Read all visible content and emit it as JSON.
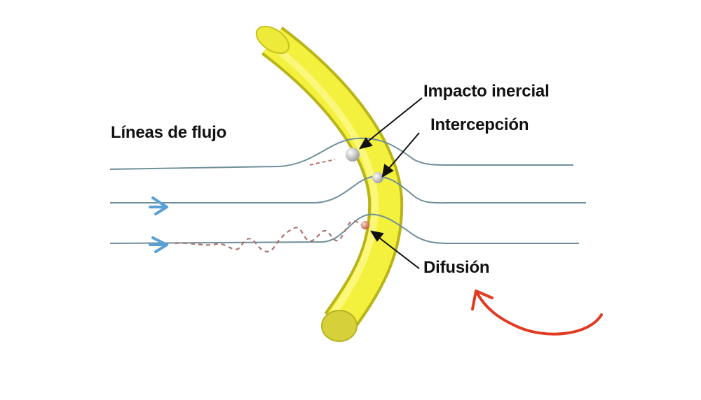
{
  "labels": {
    "streamlines": "Líneas de flujo",
    "inertial_impaction": "Impacto inercial",
    "interception": "Intercepción",
    "diffusion": "Difusión"
  },
  "colors": {
    "fiber": "#f2ef3c",
    "fiber_shadow": "#c9c41c",
    "fiber_end": "#d8d33a",
    "streamline": "#6f8f9a",
    "flow_arrow": "#5aa0d8",
    "diffusion_path": "#b07070",
    "red_arrow": "#e23a22",
    "text": "#111111"
  },
  "icons": {
    "flow_direction": "chevron-arrow-right",
    "rotation_indicator": "curved-arrow"
  }
}
